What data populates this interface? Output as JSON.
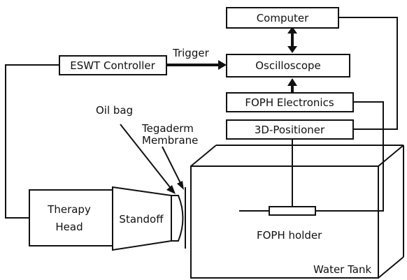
{
  "labels": {
    "computer": "Computer",
    "oscilloscope": "Oscilloscope",
    "eswt_controller": "ESWT Controller",
    "trigger": "Trigger",
    "foph_electronics": "FOPH Electronics",
    "positioner": "3D-Positioner",
    "oil_bag": "Oil bag",
    "tegaderm_line1": "Tegaderm",
    "tegaderm_line2": "Membrane",
    "therapy_line1": "Therapy",
    "therapy_line2": "Head",
    "standoff": "Standoff",
    "foph_holder": "FOPH holder",
    "water_tank": "Water Tank"
  }
}
